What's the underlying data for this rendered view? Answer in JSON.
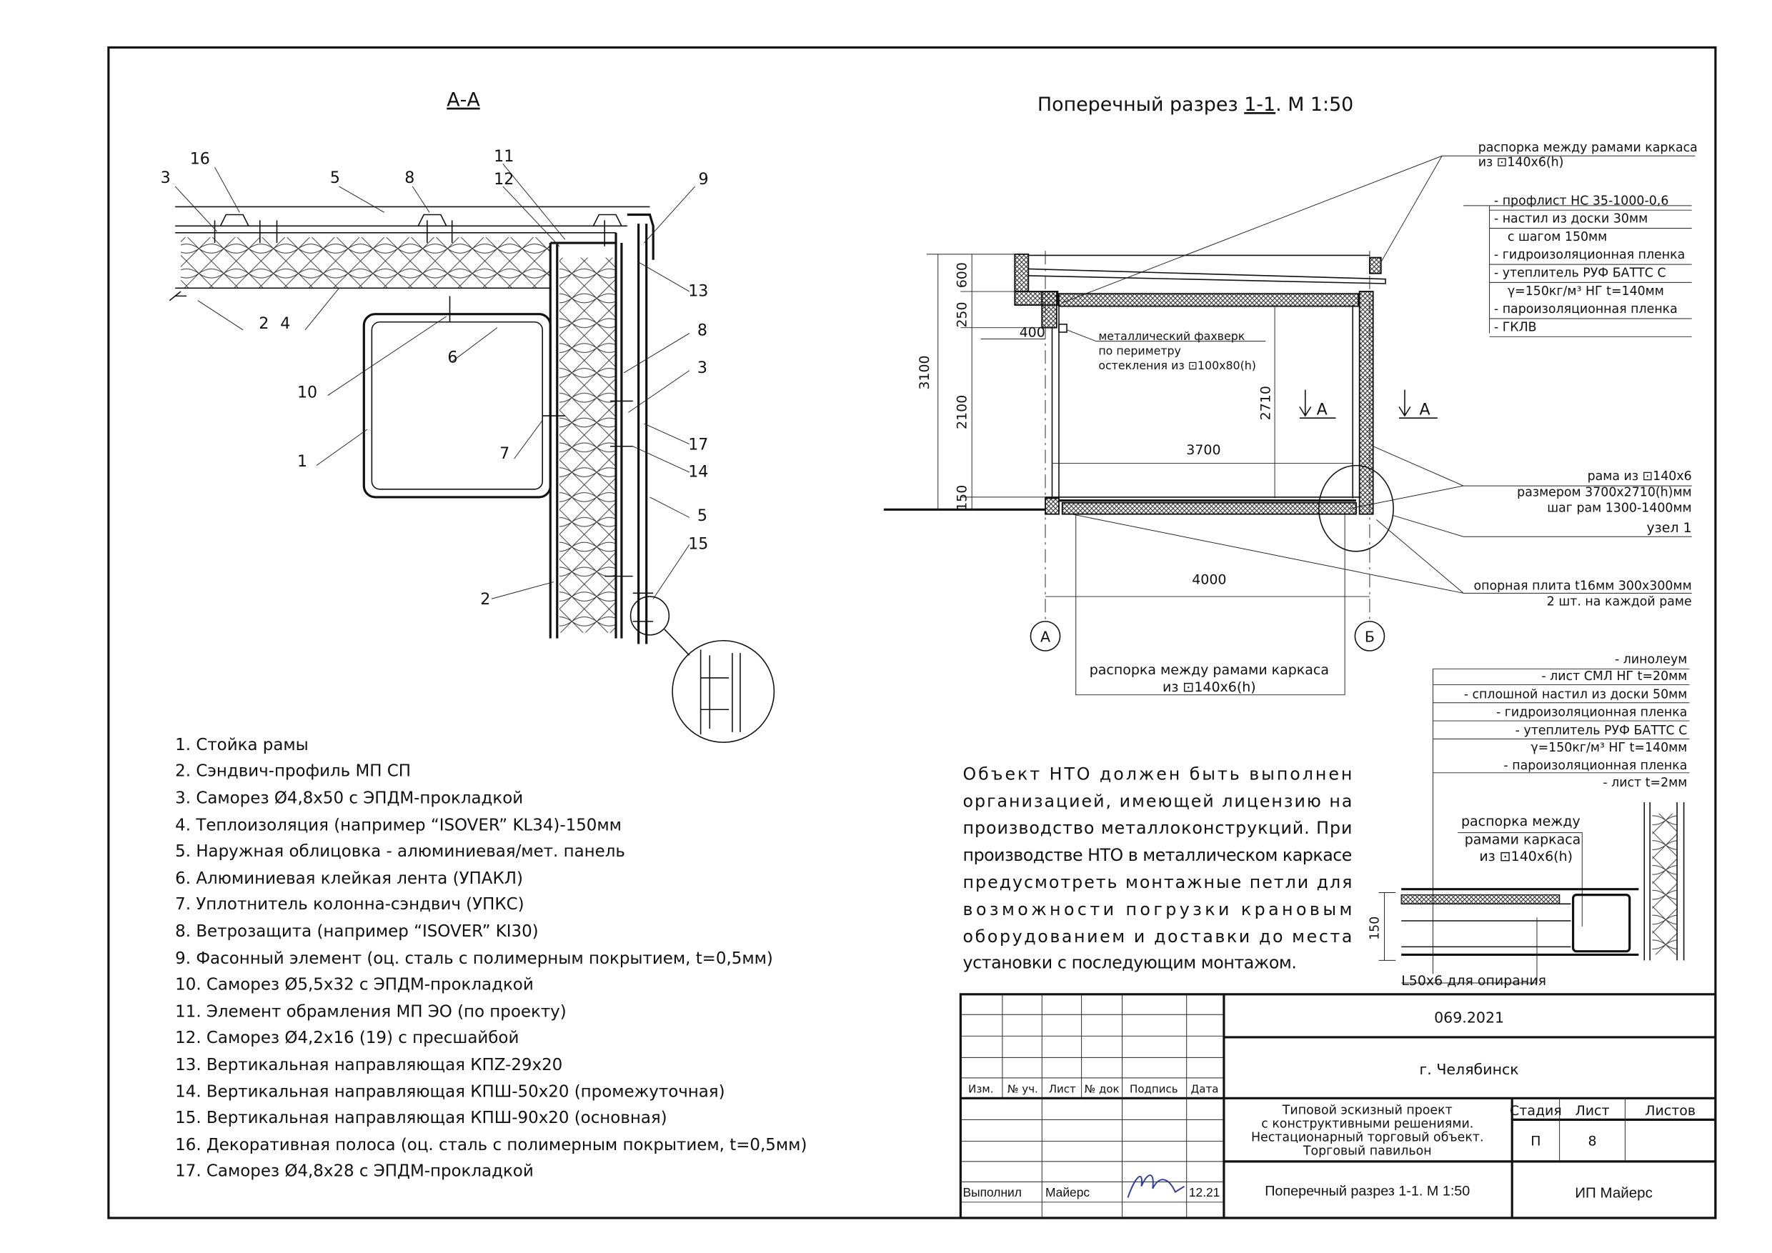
{
  "sheet": {
    "left_title": "А-А",
    "right_title_pre": "Поперечный разрез ",
    "right_title_ref": "1-1",
    "right_title_post": ". М 1:50"
  },
  "left_drawing": {
    "callouts": [
      "16",
      "3",
      "5",
      "8",
      "11",
      "12",
      "9",
      "13",
      "8",
      "3",
      "17",
      "14",
      "5",
      "15",
      "2",
      "2",
      "4",
      "6",
      "10",
      "1",
      "7"
    ]
  },
  "legend": [
    "1. Стойка рамы",
    "2. Сэндвич-профиль МП СП",
    "3. Саморез Ø4,8x50 с ЭПДМ-прокладкой",
    "4. Теплоизоляция (например “ISOVER” KL34)-150мм",
    "5. Наружная облицовка - алюминиевая/мет. панель",
    "6. Алюминиевая клейкая лента (УПАКЛ)",
    "7. Уплотнитель колонна-сэндвич (УПКС)",
    "8. Ветрозащита (например “ISOVER” KI30)",
    "9. Фасонный элемент (оц. сталь с полимерным покрытием, t=0,5мм)",
    "10. Саморез Ø5,5x32 с ЭПДМ-прокладкой",
    "11. Элемент обрамления МП ЭО (по проекту)",
    "12. Саморез Ø4,2x16 (19) с пресшайбой",
    "13. Вертикальная направляющая КПZ-29x20",
    "14. Вертикальная направляющая КПШ-50x20 (промежуточная)",
    "15. Вертикальная направляющая КПШ-90x20 (основная)",
    "16. Декоративная полоса (оц. сталь с полимерным покрытием, t=0,5мм)",
    "17. Саморез Ø4,8x28 с ЭПДМ-прокладкой"
  ],
  "section": {
    "dims": {
      "d3100": "3100",
      "d2100": "2100",
      "d250": "250",
      "d600": "600",
      "d150": "150",
      "d400": "400",
      "d2710": "2710",
      "d3700": "3700",
      "d4000": "4000"
    },
    "section_marks": [
      "А",
      "А"
    ],
    "axes": [
      "А",
      "Б"
    ],
    "fachwerk": [
      "металлический фахверк",
      "по периметру",
      "остекления из ⊡100x80(h)"
    ],
    "top_strut": [
      "распорка между рамами каркаса",
      "из ⊡140x6(h)"
    ],
    "roof_layers": [
      "- профлист НС 35-1000-0,6",
      "- настил из доски 30мм",
      "с шагом 150мм",
      "- гидроизоляционная пленка",
      "- утеплитель РУФ БАТТС С",
      "γ=150кг/м³ НГ t=140мм",
      "- пароизоляционная пленка",
      "- ГКЛВ"
    ],
    "frame": [
      "рама из ⊡140x6",
      "размером 3700x2710(h)мм",
      "шаг рам 1300-1400мм"
    ],
    "node": "узел 1",
    "plate": [
      "опорная плита t16мм 300x300мм",
      "2 шт. на каждой раме"
    ],
    "bottom_strut": [
      "распорка между рамами каркаса",
      "из ⊡140x6(h)"
    ]
  },
  "floor_detail": {
    "layers": [
      "- линолеум",
      "- лист СМЛ НГ t=20мм",
      "- сплошной настил из доски 50мм",
      "- гидроизоляционная пленка",
      "- утеплитель РУФ БАТТС С",
      "γ=150кг/м³ НГ t=140мм",
      "- пароизоляционная пленка",
      "- лист t=2мм"
    ],
    "strut": [
      "распорка между",
      "рамами каркаса",
      "из ⊡140x6(h)"
    ],
    "dim": "150",
    "angle": "L50x6 для опирания"
  },
  "note": [
    "Объект НТО должен быть выполнен",
    "организацией, имеющей лицензию на",
    "производство металлоконструкций. При",
    "производстве НТО в металлическом каркасе",
    "предусмотреть монтажные петли для",
    "возможности погрузки крановым",
    "оборудованием и доставки до места",
    "установки с последующим монтажом."
  ],
  "title_block": {
    "code": "069.2021",
    "city": "г. Челябинск",
    "headers": [
      "Изм.",
      "№ уч.",
      "Лист",
      "№ док",
      "Подпись",
      "Дата"
    ],
    "role": "Выполнил",
    "author": "Майерс",
    "date": "12.21",
    "project": [
      "Типовой эскизный проект",
      "с конструктивными решениями.",
      "Нестационарный торговый объект.",
      "Торговый павильон"
    ],
    "stage_label": "Стадия",
    "sheet_label": "Лист",
    "sheets_label": "Листов",
    "stage": "П",
    "sheet": "8",
    "sheets": "",
    "drawing_title": "Поперечный разрез 1-1. М 1:50",
    "company": "ИП Майерс"
  }
}
